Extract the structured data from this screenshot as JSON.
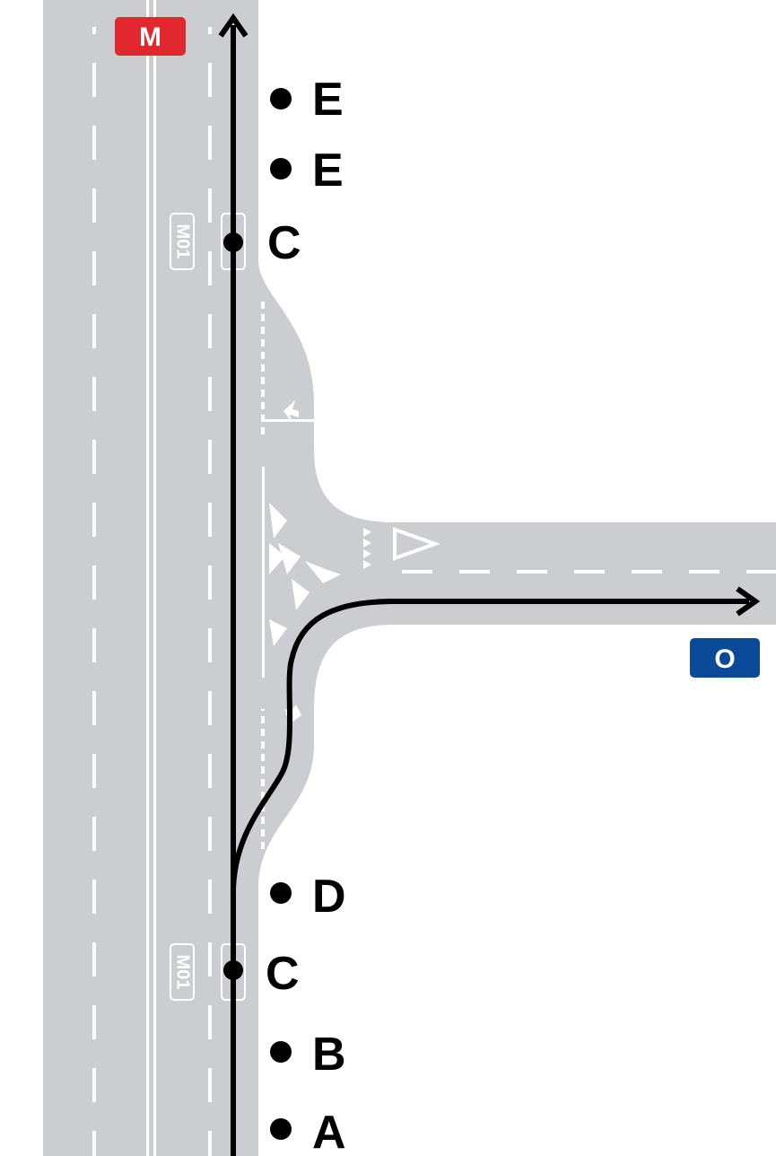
{
  "route_badges": {
    "main": {
      "text": "M",
      "color": "#e0282e"
    },
    "other": {
      "text": "O",
      "color": "#0b4a99"
    }
  },
  "road_markings": {
    "route_code": "M01"
  },
  "points": {
    "e1": "E",
    "e2": "E",
    "c_top": "C",
    "d": "D",
    "c_bottom": "C",
    "b": "B",
    "a": "A"
  },
  "colors": {
    "road": "#cccdd0",
    "marking": "#ffffff",
    "path": "#000000"
  }
}
